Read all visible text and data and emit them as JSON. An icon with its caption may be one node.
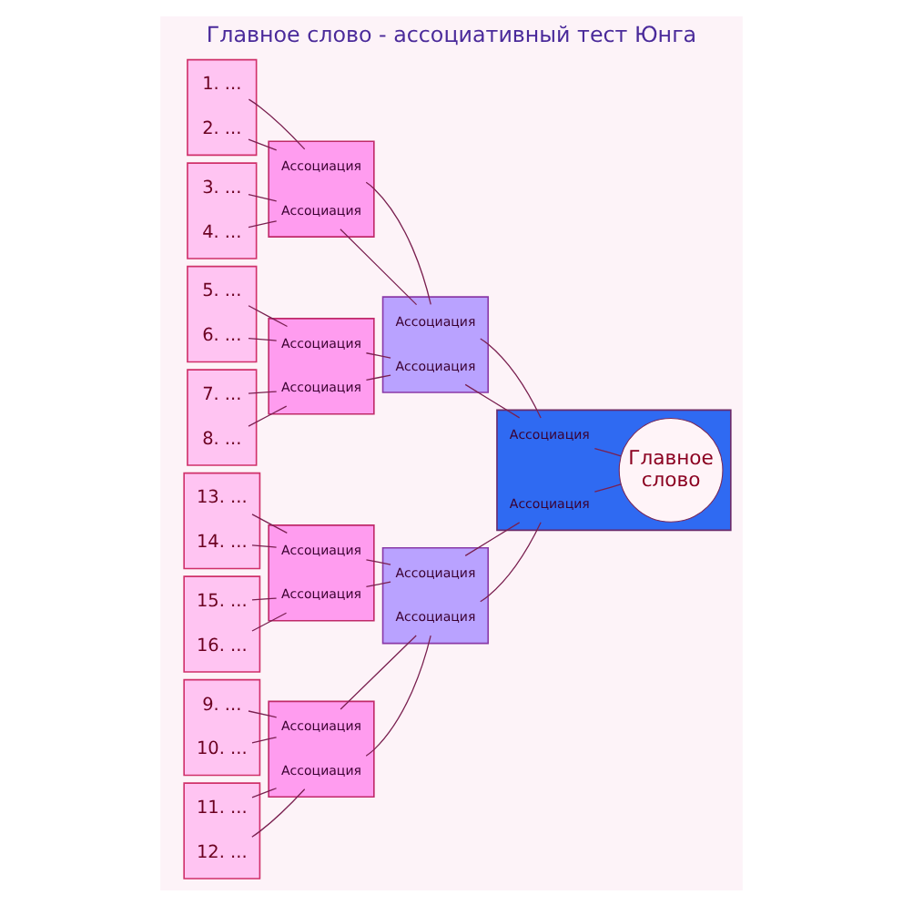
{
  "diagram": {
    "title": "Главное слово - ассоциативный тест Юнга",
    "nodes": [
      {
        "text": [],
        "shape": "box"
      },
      {
        "text": [
          "1. ..."
        ],
        "in": 0
      },
      {
        "text": [
          "2. ..."
        ],
        "in": 0
      },
      {
        "text": [],
        "shape": "box"
      },
      {
        "text": [
          "3. ..."
        ],
        "in": 3
      },
      {
        "text": [
          "4. ..."
        ],
        "in": 3
      },
      {
        "text": [],
        "shape": "box"
      },
      {
        "text": [
          "5. ..."
        ],
        "in": 6
      },
      {
        "text": [
          "6. ..."
        ],
        "in": 6
      },
      {
        "text": [],
        "shape": "box"
      },
      {
        "text": [
          "7. ..."
        ],
        "in": 9
      },
      {
        "text": [
          "8. ..."
        ],
        "in": 9
      },
      {
        "text": [],
        "shape": "box"
      },
      {
        "text": [
          "9. ..."
        ],
        "in": 12
      },
      {
        "text": [
          "10. ..."
        ],
        "in": 12
      },
      {
        "text": [],
        "shape": "box"
      },
      {
        "text": [
          "11. ..."
        ],
        "in": 15
      },
      {
        "text": [
          "12. ..."
        ],
        "in": 15
      },
      {
        "text": [],
        "shape": "box"
      },
      {
        "text": [
          "13. ..."
        ],
        "in": 18
      },
      {
        "text": [
          "14. ..."
        ],
        "in": 18
      },
      {
        "text": [],
        "shape": "box"
      },
      {
        "text": [
          "15. ..."
        ],
        "in": 21
      },
      {
        "text": [
          "16. ..."
        ],
        "in": 21
      },
      {
        "text": [],
        "shape": "box"
      },
      {
        "text": [
          "Ассоциация"
        ],
        "in": 24
      },
      {
        "text": [
          "Ассоциация"
        ],
        "in": 24
      },
      {
        "text": [],
        "shape": "box"
      },
      {
        "text": [
          "Ассоциация"
        ],
        "in": 27
      },
      {
        "text": [
          "Ассоциация"
        ],
        "in": 27
      },
      {
        "text": [],
        "shape": "box"
      },
      {
        "text": [
          "Ассоциация"
        ],
        "in": 30
      },
      {
        "text": [
          "Ассоциация"
        ],
        "in": 30
      },
      {
        "text": [],
        "shape": "box"
      },
      {
        "text": [
          "Ассоциация"
        ],
        "in": 33
      },
      {
        "text": [
          "Ассоциация"
        ],
        "in": 33
      },
      {
        "text": [],
        "shape": "box"
      },
      {
        "text": [
          "Ассоциация"
        ],
        "in": 36
      },
      {
        "text": [
          "Ассоциация"
        ],
        "in": 36
      },
      {
        "text": [],
        "shape": "box"
      },
      {
        "text": [
          "Ассоциация"
        ],
        "in": 39
      },
      {
        "text": [
          "Ассоциация"
        ],
        "in": 39
      },
      {
        "text": [],
        "shape": "box"
      },
      {
        "text": [
          "Ассоциация"
        ],
        "in": 42
      },
      {
        "text": [
          "Ассоциация"
        ],
        "in": 42
      },
      {
        "text": [
          "Главное слово"
        ],
        "in": 42
      }
    ],
    "edges": [
      {
        "from": 1,
        "to": 25,
        "arrow": "none"
      },
      {
        "from": 2,
        "to": 25,
        "arrow": "none"
      },
      {
        "from": 4,
        "to": 26,
        "arrow": "none"
      },
      {
        "from": 5,
        "to": 26,
        "arrow": "none"
      },
      {
        "from": 7,
        "to": 28,
        "arrow": "none"
      },
      {
        "from": 8,
        "to": 28,
        "arrow": "none"
      },
      {
        "from": 10,
        "to": 29,
        "arrow": "none"
      },
      {
        "from": 11,
        "to": 29,
        "arrow": "none"
      },
      {
        "from": 13,
        "to": 31,
        "arrow": "none"
      },
      {
        "from": 14,
        "to": 31,
        "arrow": "none"
      },
      {
        "from": 16,
        "to": 32,
        "arrow": "none"
      },
      {
        "from": 17,
        "to": 32,
        "arrow": "none"
      },
      {
        "from": 19,
        "to": 34,
        "arrow": "none"
      },
      {
        "from": 20,
        "to": 34,
        "arrow": "none"
      },
      {
        "from": 22,
        "to": 35,
        "arrow": "none"
      },
      {
        "from": 23,
        "to": 35,
        "arrow": "none"
      },
      {
        "from": 25,
        "to": 37,
        "arrow": "none"
      },
      {
        "from": 26,
        "to": 37,
        "arrow": "none"
      },
      {
        "from": 28,
        "to": 38,
        "arrow": "none"
      },
      {
        "from": 29,
        "to": 38,
        "arrow": "none"
      },
      {
        "from": 31,
        "to": 40,
        "arrow": "none"
      },
      {
        "from": 32,
        "to": 40,
        "arrow": "none"
      },
      {
        "from": 34,
        "to": 41,
        "arrow": "none"
      },
      {
        "from": 35,
        "to": 41,
        "arrow": "none"
      },
      {
        "from": 37,
        "to": 43,
        "arrow": "none"
      },
      {
        "from": 38,
        "to": 43,
        "arrow": "none"
      },
      {
        "from": 40,
        "to": 44,
        "arrow": "none"
      },
      {
        "from": 41,
        "to": 44,
        "arrow": "none"
      },
      {
        "from": 43,
        "to": 45,
        "arrow": "none"
      },
      {
        "from": 44,
        "to": 45,
        "arrow": "none"
      }
    ]
  }
}
